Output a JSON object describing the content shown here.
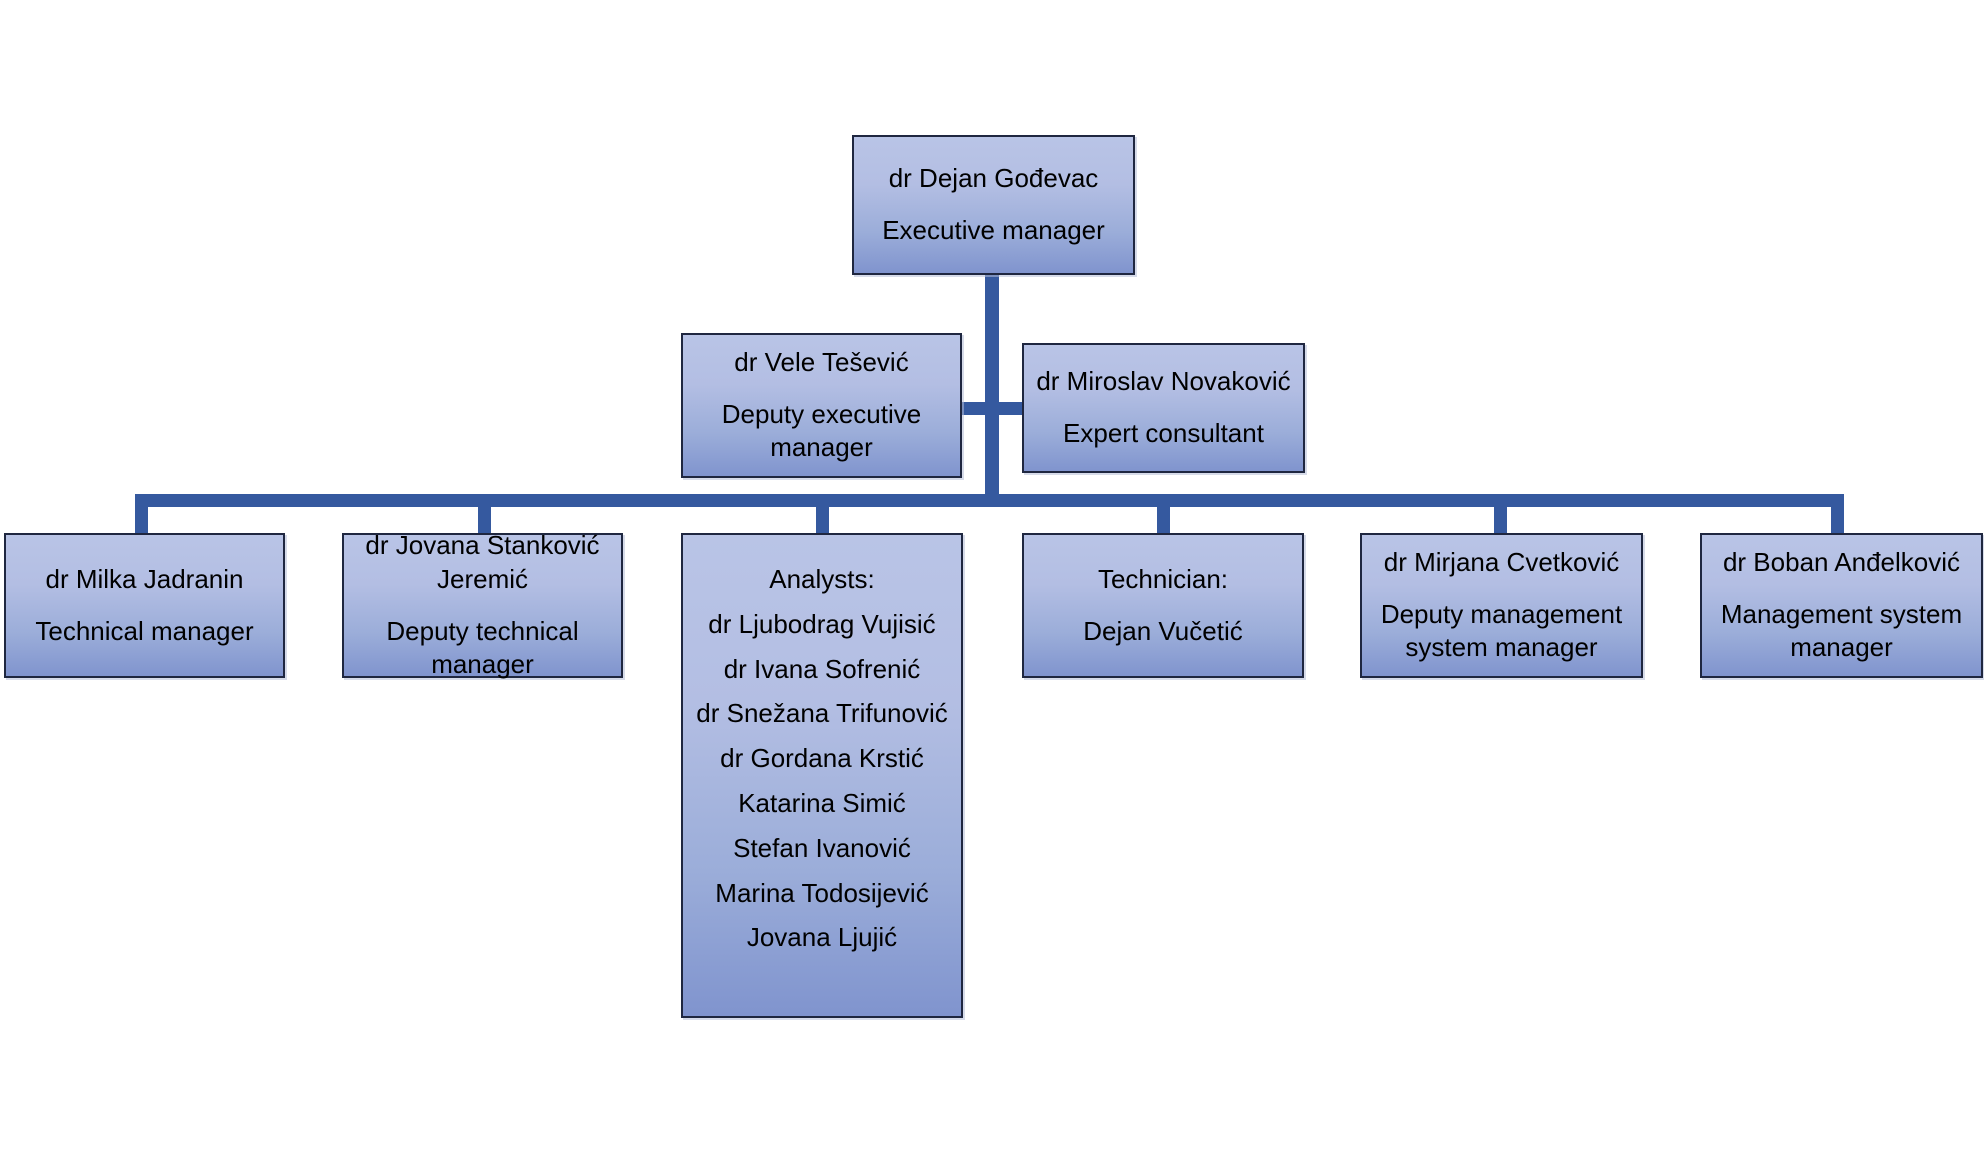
{
  "diagram": {
    "title": "Organizational chart",
    "colors": {
      "box_fill_top": "#b9c4e6",
      "box_fill_bottom": "#8094ce",
      "box_border": "#1f2740",
      "connector": "#35599f",
      "background": "#ffffff",
      "text": "#000000"
    }
  },
  "nodes": {
    "executive_manager": {
      "name": "dr Dejan Gođevac",
      "role": "Executive manager"
    },
    "deputy_executive_manager": {
      "name": "dr Vele Tešević",
      "role": "Deputy executive manager"
    },
    "expert_consultant": {
      "name": "dr Miroslav Novaković",
      "role": "Expert consultant"
    },
    "technical_manager": {
      "name": "dr Milka Jadranin",
      "role": "Technical manager"
    },
    "deputy_technical_manager": {
      "name": "dr Jovana Stanković Jeremić",
      "role": "Deputy technical manager"
    },
    "analysts": {
      "heading": "Analysts:",
      "members": [
        "dr Ljubodrag Vujisić",
        "dr Ivana Sofrenić",
        "dr Snežana Trifunović",
        "dr Gordana Krstić",
        "Katarina Simić",
        "Stefan Ivanović",
        "Marina Todosijević",
        "Jovana Ljujić"
      ]
    },
    "technician": {
      "heading": "Technician:",
      "name": "Dejan Vučetić"
    },
    "deputy_management_system_manager": {
      "name": "dr Mirjana Cvetković",
      "role": "Deputy management system manager"
    },
    "management_system_manager": {
      "name": "dr Boban Anđelković",
      "role": "Management system manager"
    }
  }
}
